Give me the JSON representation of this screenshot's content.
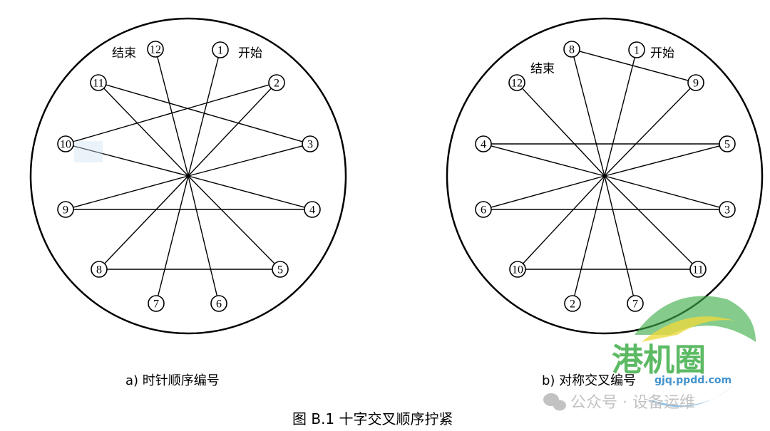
{
  "figure": {
    "title": "图 B.1  十字交叉顺序拧紧"
  },
  "diagrams": [
    {
      "id": "a",
      "caption": "a)   时针顺序编号",
      "start_tag": "开始",
      "end_tag": "结束",
      "bolt_labels": [
        "1",
        "2",
        "3",
        "4",
        "5",
        "6",
        "7",
        "8",
        "9",
        "10",
        "11",
        "12"
      ]
    },
    {
      "id": "b",
      "caption": "b)   对称交叉编号",
      "start_tag": "开始",
      "end_tag": "结束",
      "bolt_labels": [
        "1",
        "9",
        "5",
        "3",
        "11",
        "7",
        "2",
        "10",
        "6",
        "4",
        "12",
        "8"
      ]
    }
  ],
  "watermark": {
    "channel": "公众号 · 设备运维",
    "logo_text": "港机圈",
    "logo_url": "gjq.ppdd.com",
    "colors": {
      "logo_green": "#3fae49",
      "logo_yellow": "#e8d21d",
      "logo_blue": "#1f7fc4",
      "watermark_gray": "#b8b8b8"
    }
  }
}
